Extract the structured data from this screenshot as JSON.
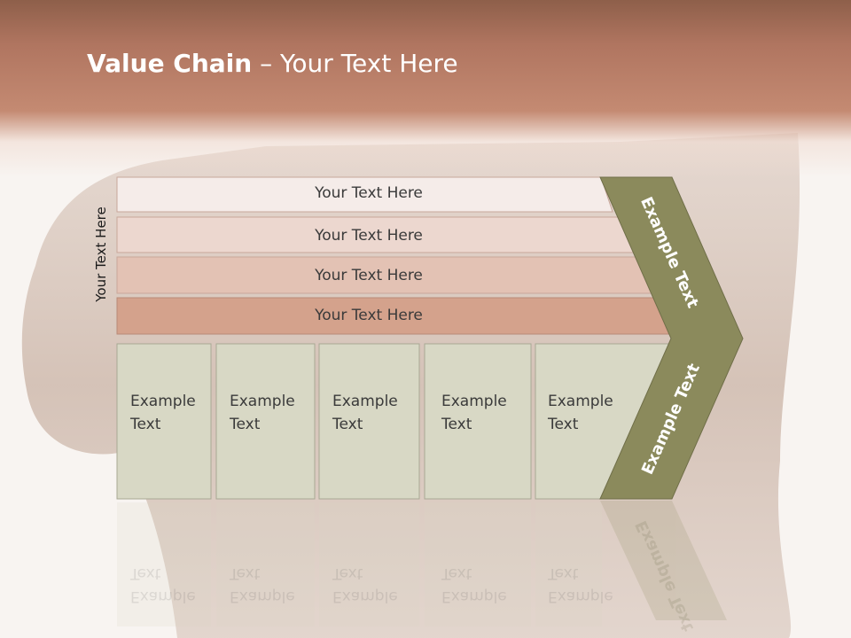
{
  "slide": {
    "title_bold": "Value Chain",
    "title_rest": " – Your Text Here",
    "side_label": "Your Text Here"
  },
  "bars": [
    {
      "label": "Your Text Here",
      "fill": "#f5ece9"
    },
    {
      "label": "Your Text Here",
      "fill": "#ecd7cf"
    },
    {
      "label": "Your Text Here",
      "fill": "#e3c2b4"
    },
    {
      "label": "Your Text Here",
      "fill": "#d4a28c"
    }
  ],
  "boxes": [
    {
      "line1": "Example",
      "line2": "Text"
    },
    {
      "line1": "Example",
      "line2": "Text"
    },
    {
      "line1": "Example",
      "line2": "Text"
    },
    {
      "line1": "Example",
      "line2": "Text"
    },
    {
      "line1": "Example",
      "line2": "Text"
    }
  ],
  "chevron": {
    "upper_label": "Example Text",
    "lower_label": "Example Text",
    "fill": "#8b8a5c"
  },
  "colors": {
    "box_fill": "#d8d8c5",
    "header": "#b07560"
  }
}
